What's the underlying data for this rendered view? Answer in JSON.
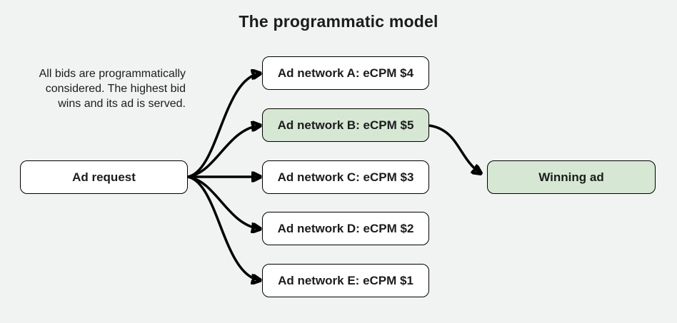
{
  "title": "The programmatic model",
  "description": {
    "lines": [
      "All bids are programmatically",
      "considered. The highest bid",
      "wins and its ad is served."
    ]
  },
  "colors": {
    "page_bg": "#f1f2f2",
    "box_bg": "#ffffff",
    "highlight_bg": "#d6e7d4",
    "border": "#000000",
    "arrow": "#000000",
    "text": "#1c1c1c"
  },
  "nodes": {
    "ad_request": {
      "label": "Ad request",
      "highlighted": false
    },
    "networks": [
      {
        "label": "Ad network A: eCPM $4",
        "highlighted": false
      },
      {
        "label": "Ad network B: eCPM $5",
        "highlighted": true
      },
      {
        "label": "Ad network C: eCPM $3",
        "highlighted": false
      },
      {
        "label": "Ad network D: eCPM $2",
        "highlighted": false
      },
      {
        "label": "Ad network E: eCPM $1",
        "highlighted": false
      }
    ],
    "winning_ad": {
      "label": "Winning ad",
      "highlighted": true
    }
  },
  "edges": [
    {
      "from": "Ad request",
      "to": "Ad network A: eCPM $4"
    },
    {
      "from": "Ad request",
      "to": "Ad network B: eCPM $5"
    },
    {
      "from": "Ad request",
      "to": "Ad network C: eCPM $3"
    },
    {
      "from": "Ad request",
      "to": "Ad network D: eCPM $2"
    },
    {
      "from": "Ad request",
      "to": "Ad network E: eCPM $1"
    },
    {
      "from": "Ad network B: eCPM $5",
      "to": "Winning ad"
    }
  ]
}
